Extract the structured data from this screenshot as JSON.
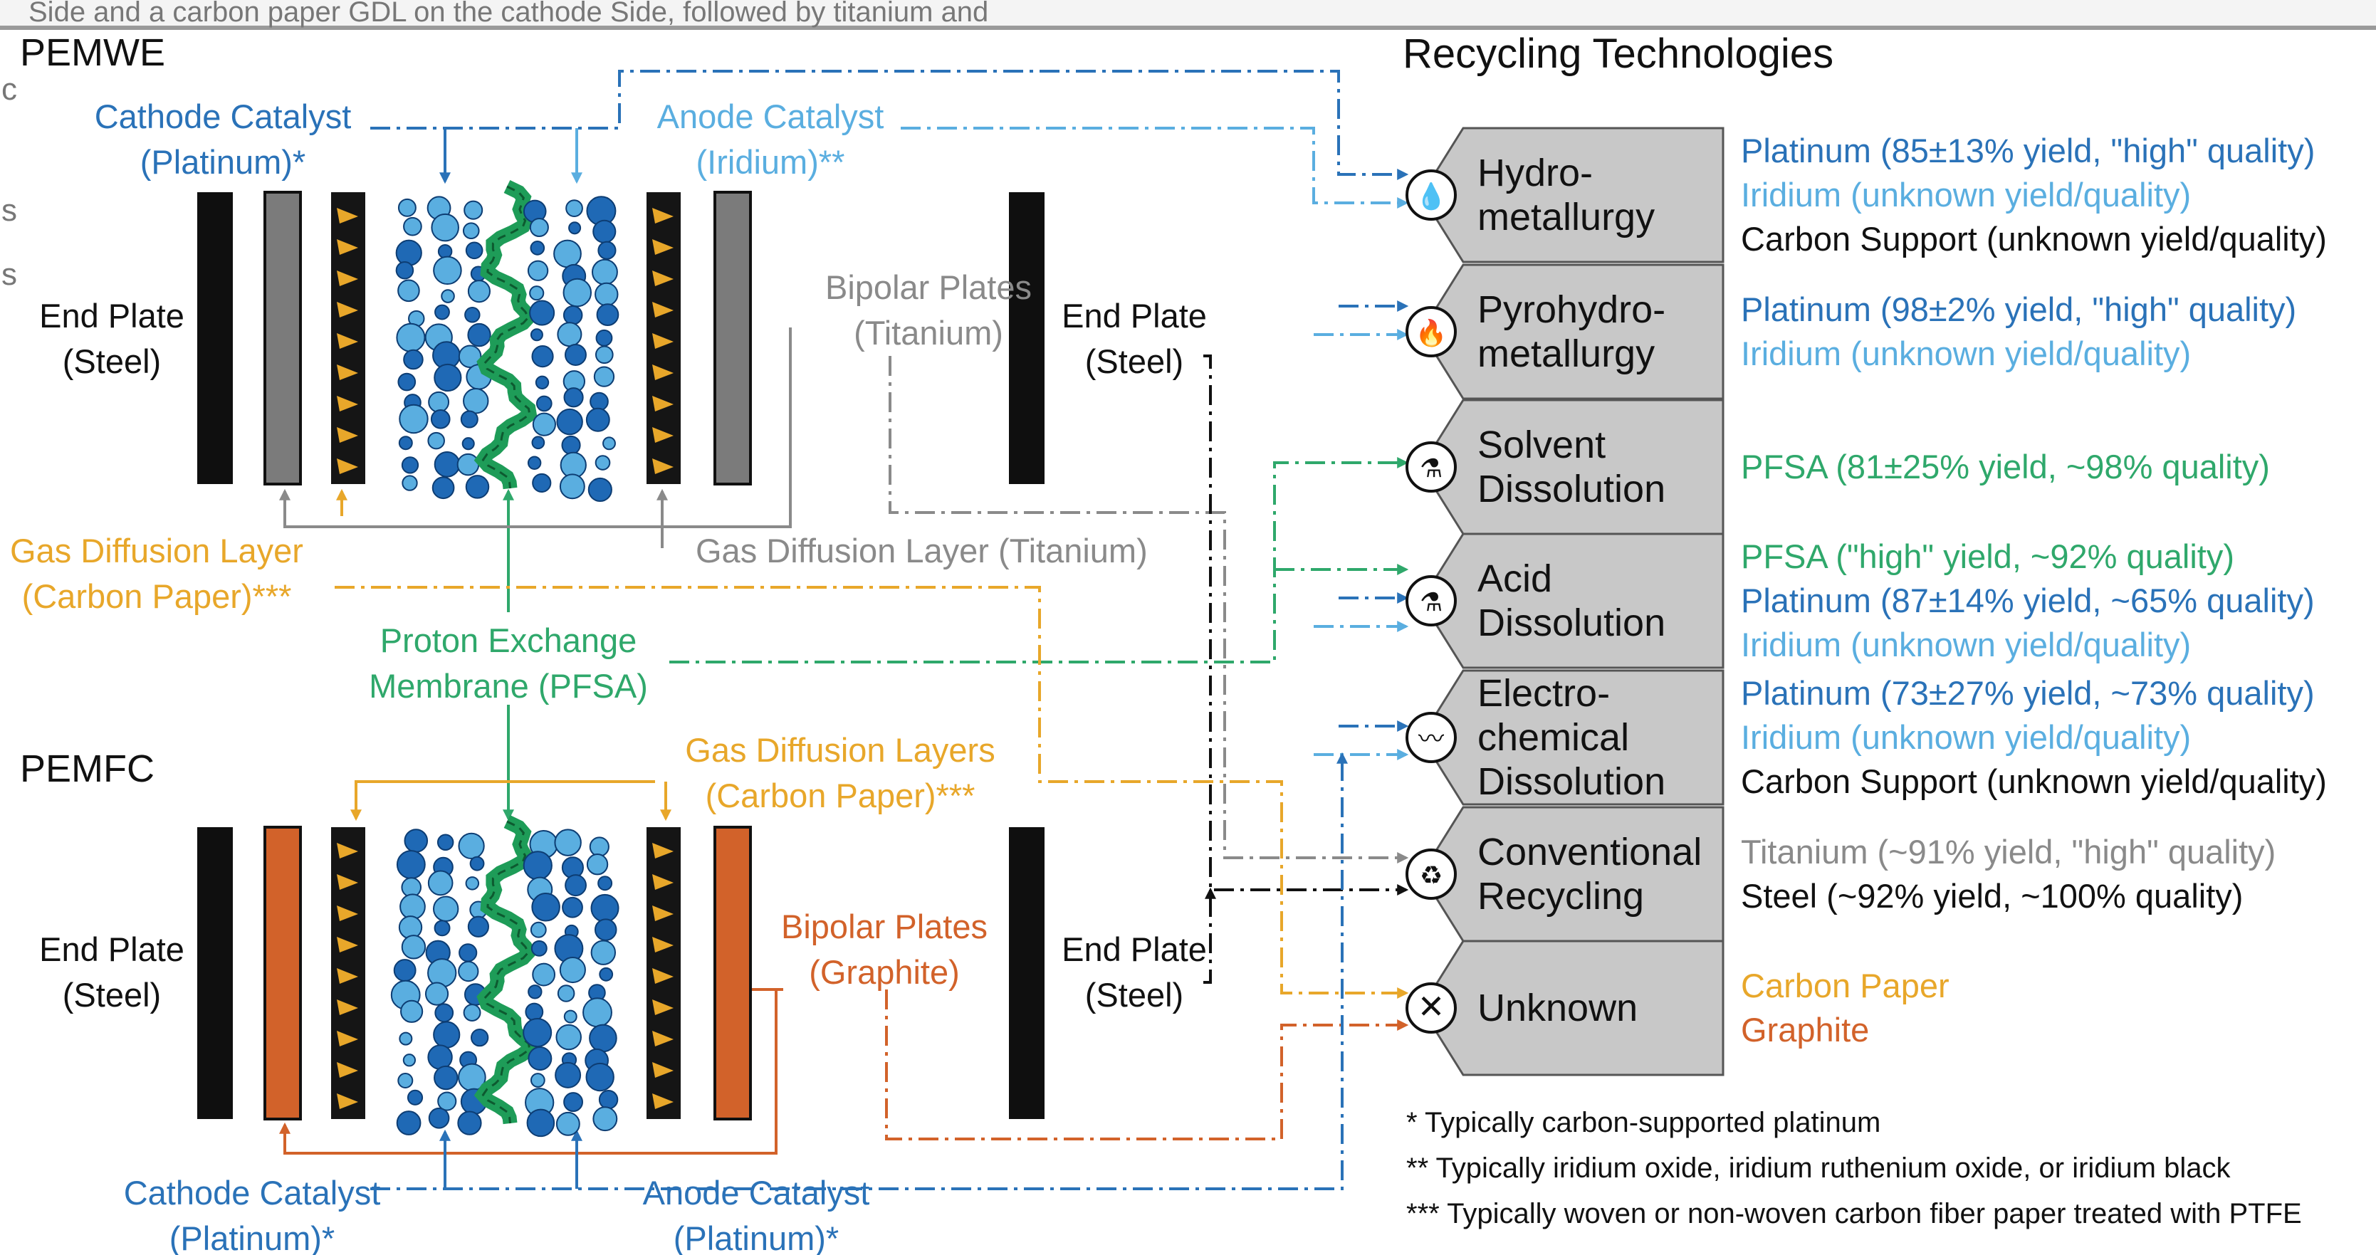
{
  "overlay_text": {
    "top_line": "Side and a carbon paper GDL on the cathode Side, followed by titanium and",
    "left_chars": [
      "c",
      "s",
      "s"
    ]
  },
  "sections": {
    "pemwe": "PEMWE",
    "pemfc": "PEMFC",
    "recycling": "Recycling Technologies"
  },
  "components": {
    "end_plate": [
      "End Plate",
      "(Steel)"
    ],
    "pemwe_cathode_catalyst": [
      "Cathode Catalyst",
      "(Platinum)*"
    ],
    "pemwe_anode_catalyst": [
      "Anode Catalyst",
      "(Iridium)**"
    ],
    "pemwe_bipolar_plates": [
      "Bipolar Plates",
      "(Titanium)"
    ],
    "pemwe_gdl_carbon": [
      "Gas Diffusion Layer",
      "(Carbon Paper)***"
    ],
    "pemwe_gdl_titanium": "Gas Diffusion Layer (Titanium)",
    "membrane": [
      "Proton Exchange",
      "Membrane (PFSA)"
    ],
    "pemfc_gdl": [
      "Gas Diffusion Layers",
      "(Carbon Paper)***"
    ],
    "pemfc_bipolar_plates": [
      "Bipolar Plates",
      "(Graphite)"
    ],
    "pemfc_cathode_catalyst": [
      "Cathode Catalyst",
      "(Platinum)*"
    ],
    "pemfc_anode_catalyst": [
      "Anode Catalyst",
      "(Platinum)*"
    ]
  },
  "technologies": [
    {
      "name": [
        "Hydro-",
        "metallurgy"
      ],
      "icon": "droplet-icon",
      "outcomes": [
        {
          "text": "Platinum (85±13% yield, \"high\" quality)",
          "material": "platinum"
        },
        {
          "text": "Iridium (unknown yield/quality)",
          "material": "iridium"
        },
        {
          "text": "Carbon Support (unknown yield/quality)",
          "material": "carbon"
        }
      ]
    },
    {
      "name": [
        "Pyrohydro-",
        "metallurgy"
      ],
      "icon": "flame-icon",
      "outcomes": [
        {
          "text": "Platinum (98±2% yield, \"high\" quality)",
          "material": "platinum"
        },
        {
          "text": "Iridium (unknown yield/quality)",
          "material": "iridium"
        }
      ]
    },
    {
      "name": [
        "Solvent",
        "Dissolution"
      ],
      "icon": "flask-icon",
      "outcomes": [
        {
          "text": "PFSA (81±25% yield, ~98% quality)",
          "material": "pfsa"
        }
      ]
    },
    {
      "name": [
        "Acid",
        "Dissolution"
      ],
      "icon": "acid-icon",
      "outcomes": [
        {
          "text": "PFSA (\"high\" yield, ~92% quality)",
          "material": "pfsa"
        },
        {
          "text": "Platinum (87±14% yield, ~65% quality)",
          "material": "platinum"
        },
        {
          "text": "Iridium (unknown yield/quality)",
          "material": "iridium"
        }
      ]
    },
    {
      "name": [
        "Electro-",
        "chemical",
        "Dissolution"
      ],
      "icon": "electro-icon",
      "outcomes": [
        {
          "text": "Platinum (73±27% yield, ~73% quality)",
          "material": "platinum"
        },
        {
          "text": "Iridium (unknown yield/quality)",
          "material": "iridium"
        },
        {
          "text": "Carbon Support (unknown yield/quality)",
          "material": "carbon"
        }
      ]
    },
    {
      "name": [
        "Conventional",
        "Recycling"
      ],
      "icon": "recycle-icon",
      "outcomes": [
        {
          "text": "Titanium (~91% yield, \"high\" quality)",
          "material": "titanium"
        },
        {
          "text": "Steel (~92% yield, ~100% quality)",
          "material": "steel"
        }
      ]
    },
    {
      "name": [
        "Unknown"
      ],
      "icon": "x-circle-icon",
      "outcomes": [
        {
          "text": "Carbon Paper",
          "material": "carbon_paper"
        },
        {
          "text": "Graphite",
          "material": "graphite"
        }
      ]
    }
  ],
  "footnotes": [
    "* Typically carbon-supported platinum",
    "** Typically iridium oxide, iridium ruthenium oxide, or iridium black",
    "*** Typically woven or non-woven carbon fiber paper treated with PTFE"
  ],
  "colors": {
    "platinum": "#2a72b8",
    "iridium": "#5aaee0",
    "pfsa": "#2fa86b",
    "carbon_paper": "#e8a72a",
    "titanium": "#8a8a8a",
    "steel": "#111111",
    "graphite": "#d2622a",
    "carbon": "#111111",
    "box": "#c8c8c8"
  }
}
